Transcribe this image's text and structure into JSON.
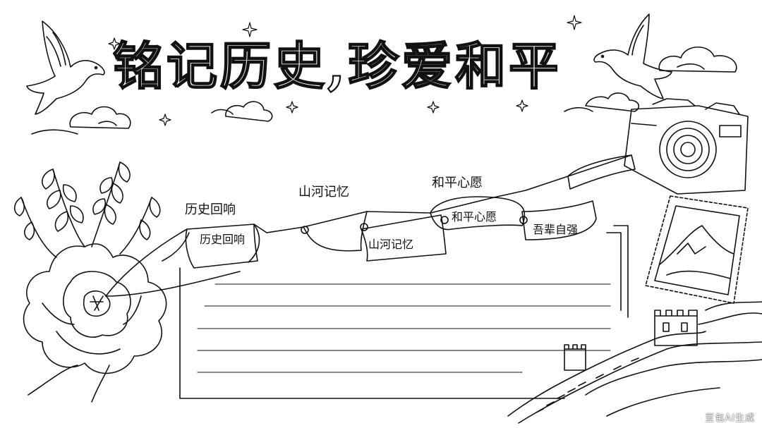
{
  "title": "铭记历史,珍爱和平",
  "section_labels": {
    "history_echo": "历史回响",
    "mountains_rivers": "山河记忆",
    "peace_wish": "和平心愿"
  },
  "ribbon_labels": {
    "history_echo": "历史回响",
    "mountains_rivers": "山河记忆",
    "peace_wish": "和平心愿",
    "our_strength": "吾辈自强"
  },
  "watermark": "豆包AI生成",
  "colors": {
    "ink": "#111111",
    "paper": "#ffffff"
  },
  "icons": [
    "dove-icon",
    "cloud-icon",
    "sparkle-icon",
    "camera-icon",
    "stamp-icon",
    "peony-icon",
    "leaf-icon",
    "great-wall-icon"
  ]
}
